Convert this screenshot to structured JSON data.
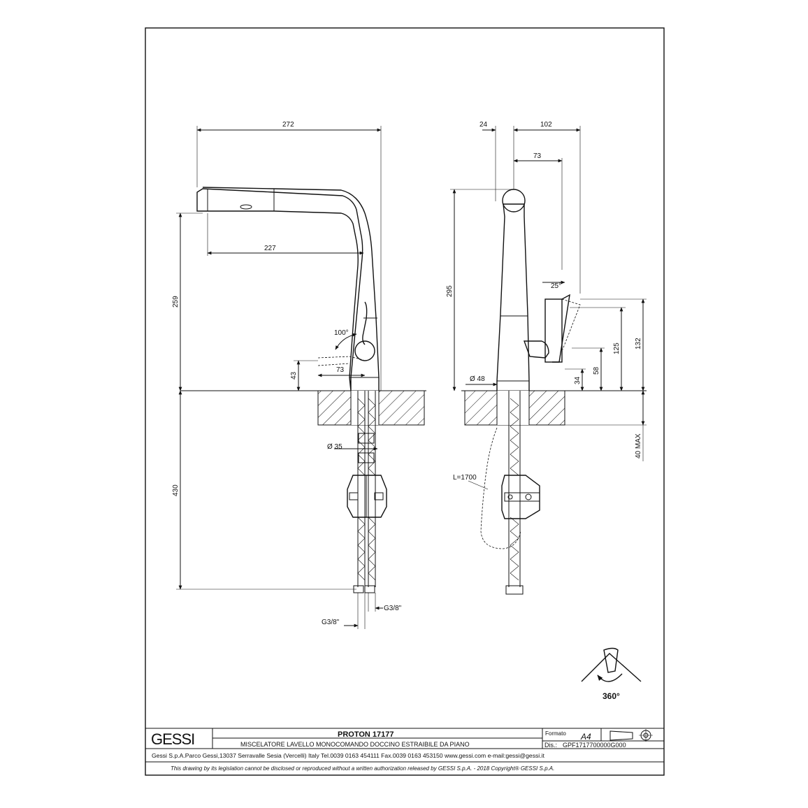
{
  "front_view": {
    "dims": {
      "width_total": "272",
      "spout_reach": "227",
      "height_spout": "259",
      "handle_height": "43",
      "handle_offset": "73",
      "angle": "100°",
      "hole_diameter": "Ø 35",
      "below_deck": "430",
      "conn_left": "G3/8\"",
      "conn_right": "G3/8\""
    }
  },
  "side_view": {
    "dims": {
      "top_left": "24",
      "top_right": "102",
      "inner_73": "73",
      "height_total": "295",
      "angle": "25°",
      "diameter": "Ø 48",
      "h125": "125",
      "h132": "132",
      "h58": "58",
      "h34": "34",
      "max_deck": "40 MAX",
      "hose_length": "L=1700"
    }
  },
  "rotation": {
    "label": "360°"
  },
  "title_block": {
    "brand": "GESSI",
    "product": "PROTON 17177",
    "description": "MISCELATORE LAVELLO MONOCOMANDO DOCCINO ESTRAIBILE DA PIANO",
    "format_label": "Formato",
    "format_value": "A4",
    "drawing_label": "Dis.:",
    "drawing_code": "GPF1717700000G000",
    "address": "Gessi S.p.A.Parco Gessi,13037 Serravalle Sesia (Vercelli) Italy Tel.0039 0163 454111 Fax.0039 0163 453150 www.gessi.com e-mail:gessi@gessi.it",
    "legal": "This drawing by its legislation cannot be disclosed or reproduced without a written authorization released by GESSI S.p.A. - 2018 Copyright® GESSI S.p.A."
  }
}
